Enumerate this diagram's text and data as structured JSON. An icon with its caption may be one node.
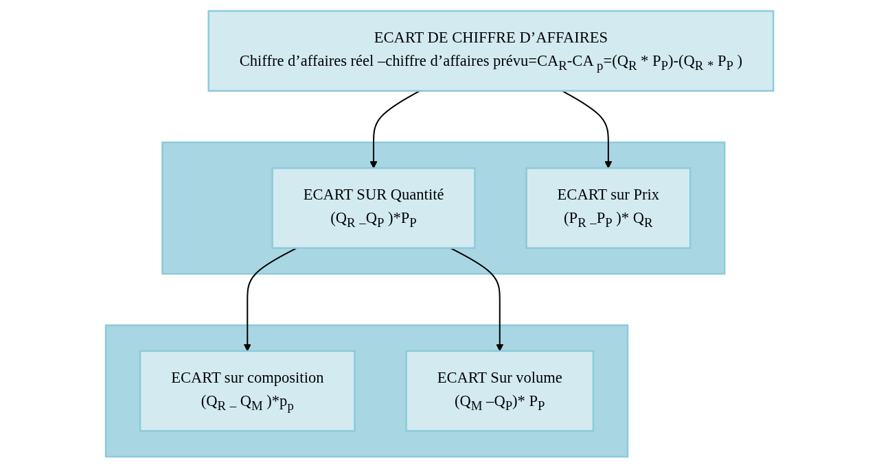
{
  "diagram": {
    "nodes": [
      {
        "text": [
          "ECART DE CHIFFRE D’AFFAIRES",
          "Chiffre d’affaires réel –chiffre d’affaires prévu=CA$_{R}$-CA $_{p}$=(Q$_{R}$ *  P$_{P}$)-(Q$_{R}$ $_{*}$ P$_{P}$ )"
        ]
      },
      {
        "text": [],
        "shape": "box"
      },
      {
        "text": [
          "ECART SUR Quantité",
          "(Q$_{R}$ $_{–}$Q$_{P}$ )*P$_{P}$"
        ],
        "in": 1
      },
      {
        "text": [
          "ECART sur Prix",
          "(P$_{R}$ $_{–}$P$_{P}$ )* Q$_{R}$"
        ],
        "in": 1
      },
      {
        "text": [],
        "shape": "box"
      },
      {
        "text": [
          "ECART sur composition",
          "(Q$_{R}$ $_{–}$ Q$_{M}$ )*p$_{p}$"
        ],
        "in": 4
      },
      {
        "text": [
          "ECART Sur volume",
          "(Q$_{M}$ –Q$_{P}$)* P$_{P}$"
        ],
        "in": 4
      }
    ],
    "edges": [
      {
        "from": 0,
        "to": 2,
        "arrow": "to"
      },
      {
        "from": 0,
        "to": 3,
        "arrow": "to"
      },
      {
        "from": 2,
        "to": 5,
        "arrow": "to"
      },
      {
        "from": 2,
        "to": 6,
        "arrow": "to"
      }
    ]
  }
}
